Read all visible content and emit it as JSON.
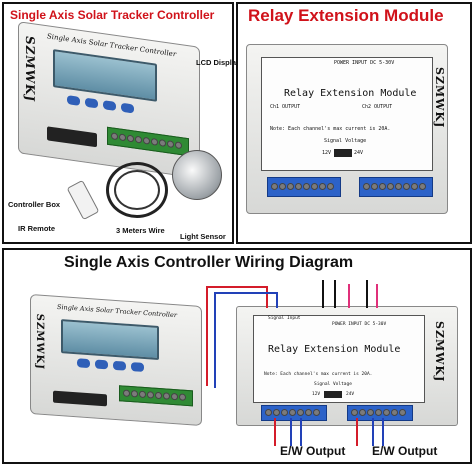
{
  "panel_tl": {
    "title": "Single Axis Solar Tracker Controller",
    "device_label": "Single Axis Solar Tracker Controller",
    "brand": "SZMWKJ",
    "labels": {
      "lcd": "LCD Display",
      "box": "Controller Box",
      "remote": "IR Remote",
      "wire": "3 Meters Wire",
      "sensor": "Light Sensor"
    }
  },
  "panel_tr": {
    "title": "Relay Extension Module",
    "module_title": "Relay Extension Module",
    "power_text": "POWER  INPUT DC 5-30V",
    "notice": "Note: Each channel's max current is 20A.",
    "ch1": "Ch1 OUTPUT",
    "ch2": "Ch2 OUTPUT",
    "signal_voltage": "Signal Voltage",
    "v12": "12V",
    "v24": "24V",
    "brand": "SZMWKJ"
  },
  "panel_bottom": {
    "title": "Single Axis Controller Wiring Diagram",
    "device_label": "Single Axis Solar Tracker Controller",
    "brand": "SZMWKJ",
    "module_title": "Relay Extension Module",
    "power_text": "POWER  INPUT DC 5-30V",
    "notice": "Note: Each channel's max current is 20A.",
    "signal_input": "Signal Input",
    "signal_voltage": "Signal Voltage",
    "v12": "12V",
    "v24": "24V",
    "output_left": "E/W  Output",
    "output_right": "E/W  Output",
    "wire_colors": {
      "red": "#d41c2a",
      "blue": "#2241b8",
      "black": "#111111",
      "pink": "#e0307a"
    }
  }
}
